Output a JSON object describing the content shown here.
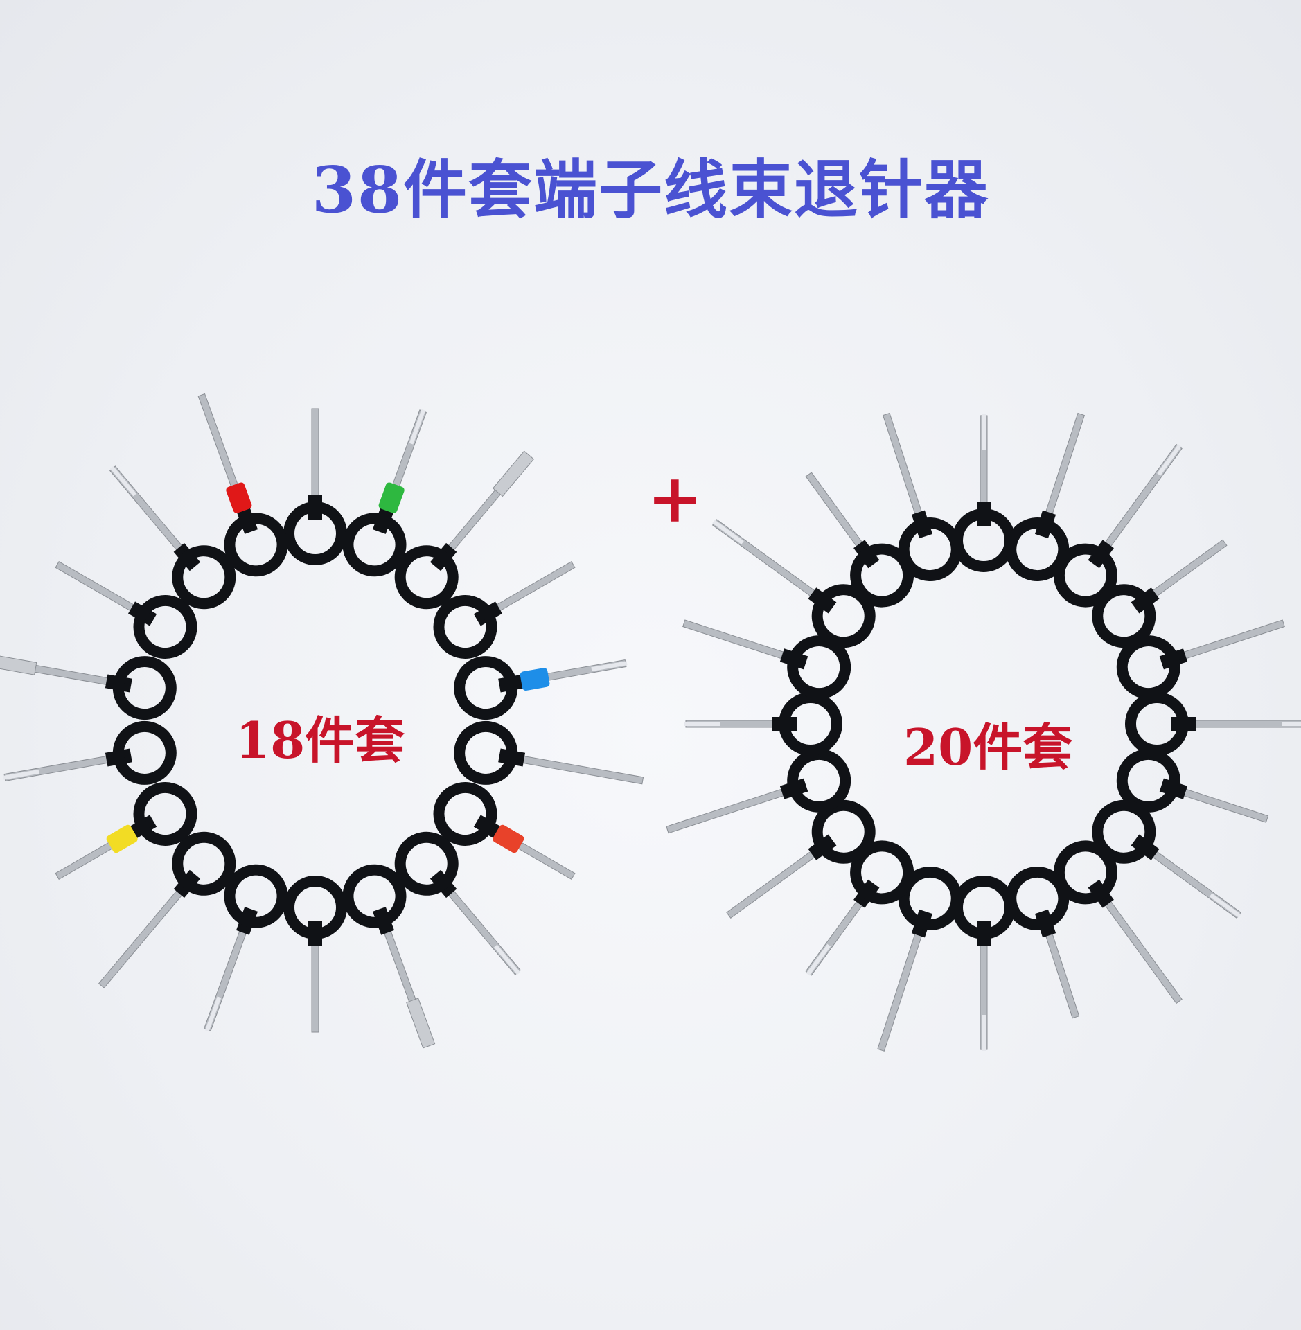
{
  "title": "38件套端子线束退针器",
  "plus": "+",
  "sets": [
    {
      "label": "18件套",
      "pieces": 18
    },
    {
      "label": "20件套",
      "pieces": 20
    }
  ],
  "colors": {
    "title": "#4a52d2",
    "plus": "#c8142a",
    "labels": "#c8142a",
    "handle": "#101216",
    "metal": "#b8bcc2",
    "sleeves": [
      "#2eb840",
      "#1e8ee8",
      "#e8422a",
      "#f2dc24",
      "#e01818"
    ]
  }
}
